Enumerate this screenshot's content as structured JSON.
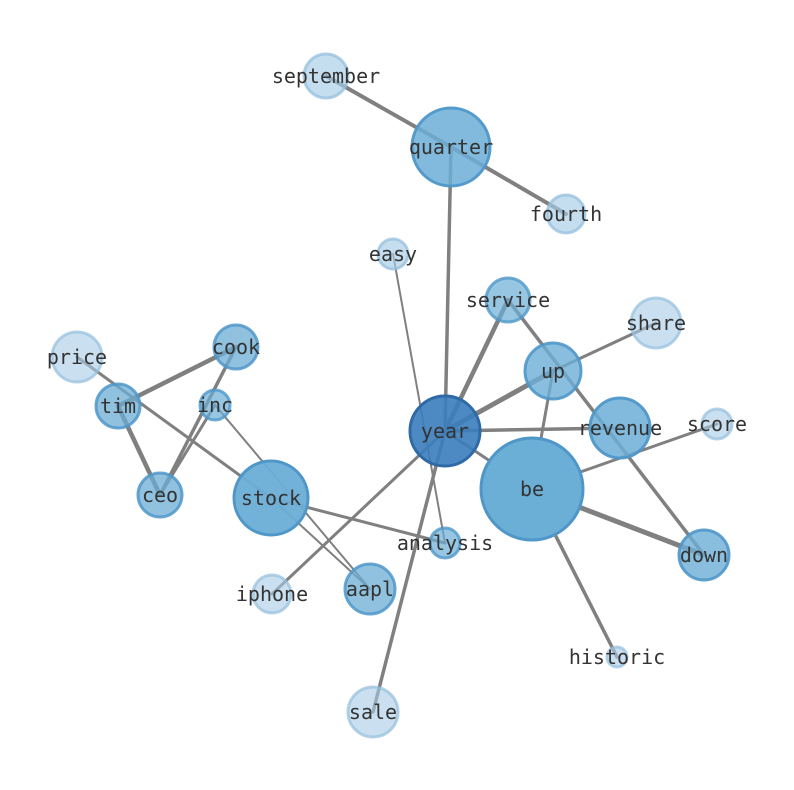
{
  "graph": {
    "nodes": [
      {
        "id": "september",
        "label": "september"
      },
      {
        "id": "quarter",
        "label": "quarter"
      },
      {
        "id": "fourth",
        "label": "fourth"
      },
      {
        "id": "easy",
        "label": "easy"
      },
      {
        "id": "service",
        "label": "service"
      },
      {
        "id": "share",
        "label": "share"
      },
      {
        "id": "price",
        "label": "price"
      },
      {
        "id": "cook",
        "label": "cook"
      },
      {
        "id": "tim",
        "label": "tim"
      },
      {
        "id": "inc",
        "label": "inc"
      },
      {
        "id": "up",
        "label": "up"
      },
      {
        "id": "year",
        "label": "year"
      },
      {
        "id": "revenue",
        "label": "revenue"
      },
      {
        "id": "score",
        "label": "score"
      },
      {
        "id": "ceo",
        "label": "ceo"
      },
      {
        "id": "stock",
        "label": "stock"
      },
      {
        "id": "be",
        "label": "be"
      },
      {
        "id": "analysis",
        "label": "analysis"
      },
      {
        "id": "down",
        "label": "down"
      },
      {
        "id": "iphone",
        "label": "iphone"
      },
      {
        "id": "aapl",
        "label": "aapl"
      },
      {
        "id": "historic",
        "label": "historic"
      },
      {
        "id": "sale",
        "label": "sale"
      }
    ],
    "edges": [
      {
        "source": "september",
        "target": "quarter"
      },
      {
        "source": "quarter",
        "target": "fourth"
      },
      {
        "source": "quarter",
        "target": "year"
      },
      {
        "source": "easy",
        "target": "analysis"
      },
      {
        "source": "service",
        "target": "year"
      },
      {
        "source": "service",
        "target": "down"
      },
      {
        "source": "share",
        "target": "up"
      },
      {
        "source": "up",
        "target": "year"
      },
      {
        "source": "up",
        "target": "be"
      },
      {
        "source": "year",
        "target": "revenue"
      },
      {
        "source": "year",
        "target": "be"
      },
      {
        "source": "year",
        "target": "iphone"
      },
      {
        "source": "year",
        "target": "sale"
      },
      {
        "source": "be",
        "target": "score"
      },
      {
        "source": "be",
        "target": "down"
      },
      {
        "source": "be",
        "target": "historic"
      },
      {
        "source": "price",
        "target": "stock"
      },
      {
        "source": "cook",
        "target": "tim"
      },
      {
        "source": "cook",
        "target": "ceo"
      },
      {
        "source": "tim",
        "target": "ceo"
      },
      {
        "source": "inc",
        "target": "ceo"
      },
      {
        "source": "inc",
        "target": "aapl"
      },
      {
        "source": "stock",
        "target": "aapl"
      },
      {
        "source": "stock",
        "target": "analysis"
      }
    ],
    "colors": {
      "edge": "#808080",
      "label": "#333333",
      "node_light": "#a6cce6",
      "node_mid": "#6baed6",
      "node_dark": "#3a7dbd"
    }
  }
}
